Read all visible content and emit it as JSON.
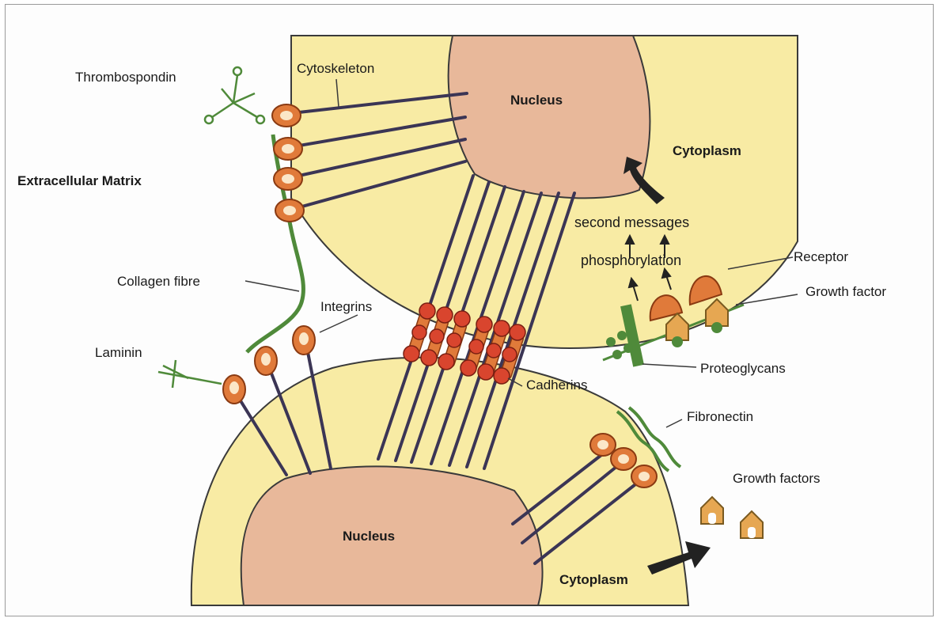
{
  "labels": {
    "thrombospondin": "Thrombospondin",
    "cytoskeleton": "Cytoskeleton",
    "extracellular_matrix": "Extracellular Matrix",
    "collagen_fibre": "Collagen fibre",
    "integrins": "Integrins",
    "laminin": "Laminin",
    "cadherins": "Cadherins",
    "nucleus_top": "Nucleus",
    "nucleus_bottom": "Nucleus",
    "cytoplasm_top": "Cytoplasm",
    "cytoplasm_bottom": "Cytoplasm",
    "second_messages": "second messages",
    "phosphorylation": "phosphorylation",
    "receptor": "Receptor",
    "growth_factor": "Growth factor",
    "proteoglycans": "Proteoglycans",
    "fibronectin": "Fibronectin",
    "growth_factors": "Growth factors"
  },
  "colors": {
    "cytoplasm": "#f8eba4",
    "cytoplasm_stroke": "#3a3a3a",
    "nucleus": "#e8b89a",
    "filament": "#3b3555",
    "integrin": "#e07a3a",
    "cadherin": "#d9452e",
    "matrix_green": "#4f8a3a",
    "growth_factor": "#e6a752"
  }
}
